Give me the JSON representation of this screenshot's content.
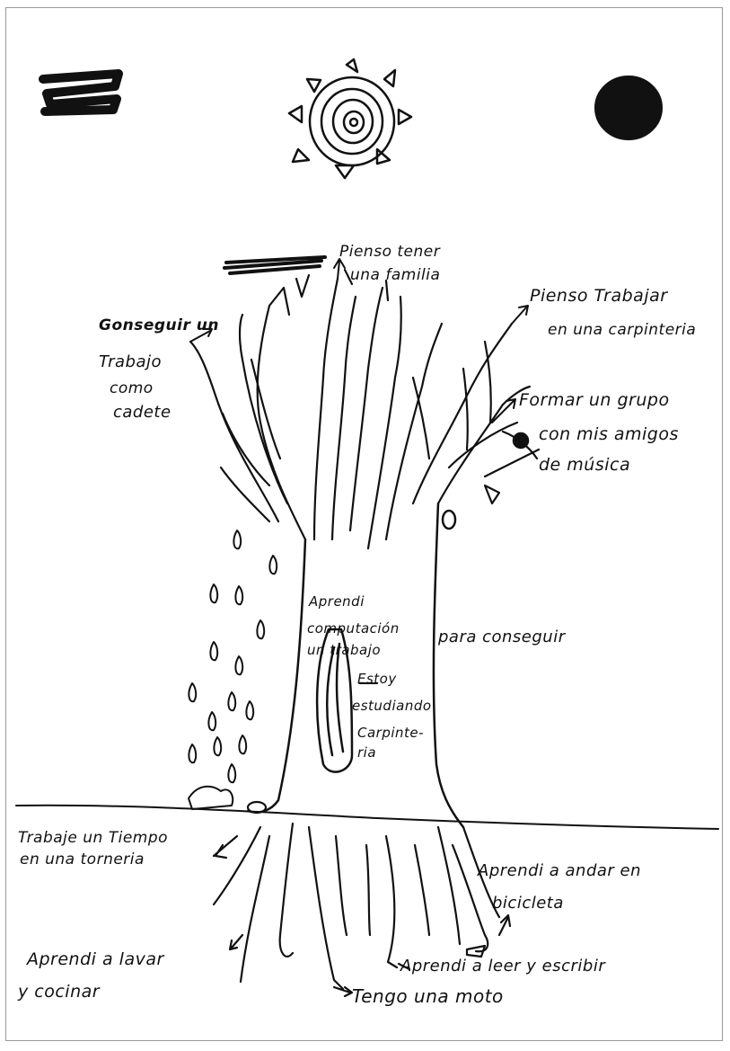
{
  "drawing": {
    "sun": "sun-icon",
    "trunk": "tree-trunk",
    "roots": "tree-roots",
    "ground": "ground-line",
    "falling_leaves": "leaf-drops",
    "colors": {
      "ink": "#111111",
      "paper": "#ffffff"
    }
  },
  "branch_labels": {
    "familia_line1": "Pienso tener",
    "familia_line2": "una familia",
    "carpinteria_line1": "Pienso Trabajar",
    "carpinteria_line2": "en una carpinteria",
    "cadete_line1": "Gonseguir un",
    "cadete_line2": "Trabajo",
    "cadete_line3": "como",
    "cadete_line4": "cadete",
    "grupo_line1": "Formar un grupo",
    "grupo_line2": "con mis amigos",
    "grupo_line3": "de música"
  },
  "trunk_labels": {
    "computacion_line1": "Aprendi",
    "computacion_line2": "computación",
    "computacion_line3": "para conseguir",
    "computacion_line4": "un trabajo",
    "estoy_line1": "Estoy",
    "estoy_line2": "estudiando",
    "estoy_line3": "Carpinte-",
    "estoy_line4": "ria"
  },
  "root_labels": {
    "torneria_line1": "Trabaje un Tiempo",
    "torneria_line2": "en una torneria",
    "bicicleta_line1": "Aprendi a andar en",
    "bicicleta_line2": "bicicleta",
    "lavar_line1": "Aprendi a lavar",
    "lavar_line2": "y cocinar",
    "leer": "Aprendi a leer y escribir",
    "moto": "Tengo una moto"
  }
}
